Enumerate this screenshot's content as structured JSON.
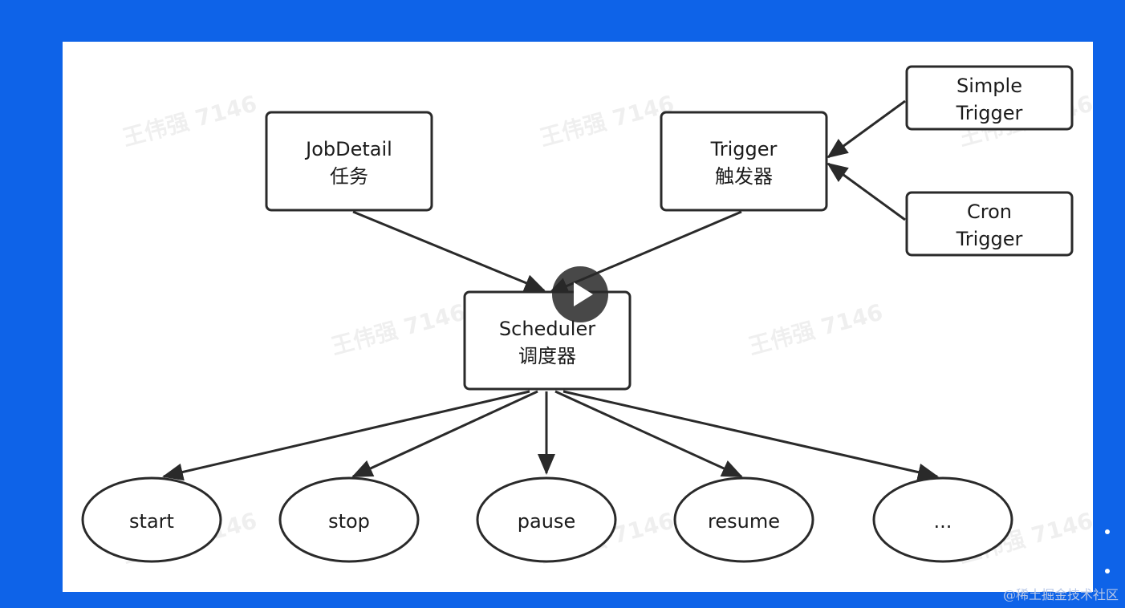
{
  "colors": {
    "frame_background": "#0e63e8",
    "canvas_background": "#ffffff",
    "node_stroke": "#2a2a2a",
    "text": "#1b1b1b"
  },
  "watermark": "王伟强 7146",
  "nodes": {
    "jobdetail": {
      "line1": "JobDetail",
      "line2": "任务"
    },
    "trigger": {
      "line1": "Trigger",
      "line2": "触发器"
    },
    "simple_trigger": {
      "line1": "Simple",
      "line2": "Trigger"
    },
    "cron_trigger": {
      "line1": "Cron",
      "line2": "Trigger"
    },
    "scheduler": {
      "line1": "Scheduler",
      "line2": "调度器"
    },
    "start": {
      "label": "start"
    },
    "stop": {
      "label": "stop"
    },
    "pause": {
      "label": "pause"
    },
    "resume": {
      "label": "resume"
    },
    "more": {
      "label": "..."
    }
  },
  "edges": [
    {
      "from": "jobdetail",
      "to": "scheduler"
    },
    {
      "from": "trigger",
      "to": "scheduler"
    },
    {
      "from": "simple_trigger",
      "to": "trigger"
    },
    {
      "from": "cron_trigger",
      "to": "trigger"
    },
    {
      "from": "scheduler",
      "to": "start"
    },
    {
      "from": "scheduler",
      "to": "stop"
    },
    {
      "from": "scheduler",
      "to": "pause"
    },
    {
      "from": "scheduler",
      "to": "resume"
    },
    {
      "from": "scheduler",
      "to": "more"
    }
  ],
  "video": {
    "play_icon": "play-icon"
  },
  "source_mark": "@稀土掘金技术社区"
}
